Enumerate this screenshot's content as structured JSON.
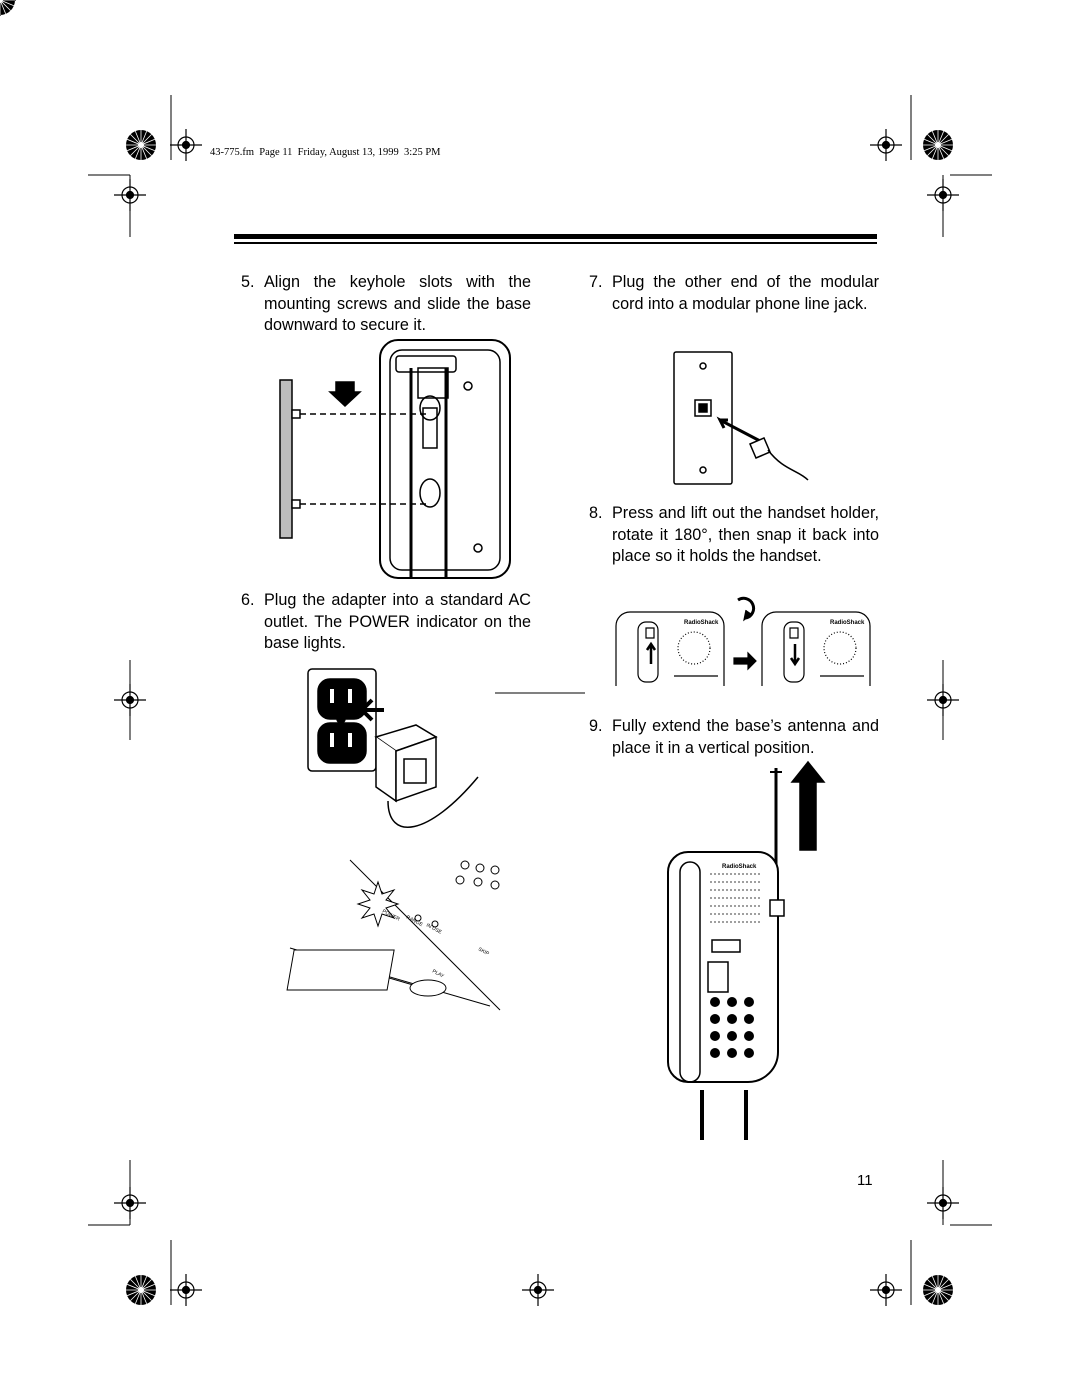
{
  "header": {
    "file_stamp": "43-775.fm  Page 11  Friday, August 13, 1999  3:25 PM"
  },
  "steps": [
    {
      "number": "5.",
      "text": "Align the keyhole slots with the mounting screws and slide the base downward to secure it."
    },
    {
      "number": "6.",
      "text": "Plug the adapter into a standard AC outlet. The POWER indicator on the base lights."
    },
    {
      "number": "7.",
      "text": "Plug the other end of the modular cord into a modular phone line jack."
    },
    {
      "number": "8.",
      "text": "Press and lift out the handset holder, rotate it 180°, then snap it back into place so it holds the handset."
    },
    {
      "number": "9.",
      "text": "Fully extend the base’s antenna and place it in a vertical position."
    }
  ],
  "illustrations": {
    "base_panel_labels": {
      "power": "POWER",
      "range": "RANGE",
      "in_use": "IN USE",
      "skip": "SKIP",
      "play": "PLAY"
    },
    "brand": "RadioShack"
  },
  "page_number": "11"
}
